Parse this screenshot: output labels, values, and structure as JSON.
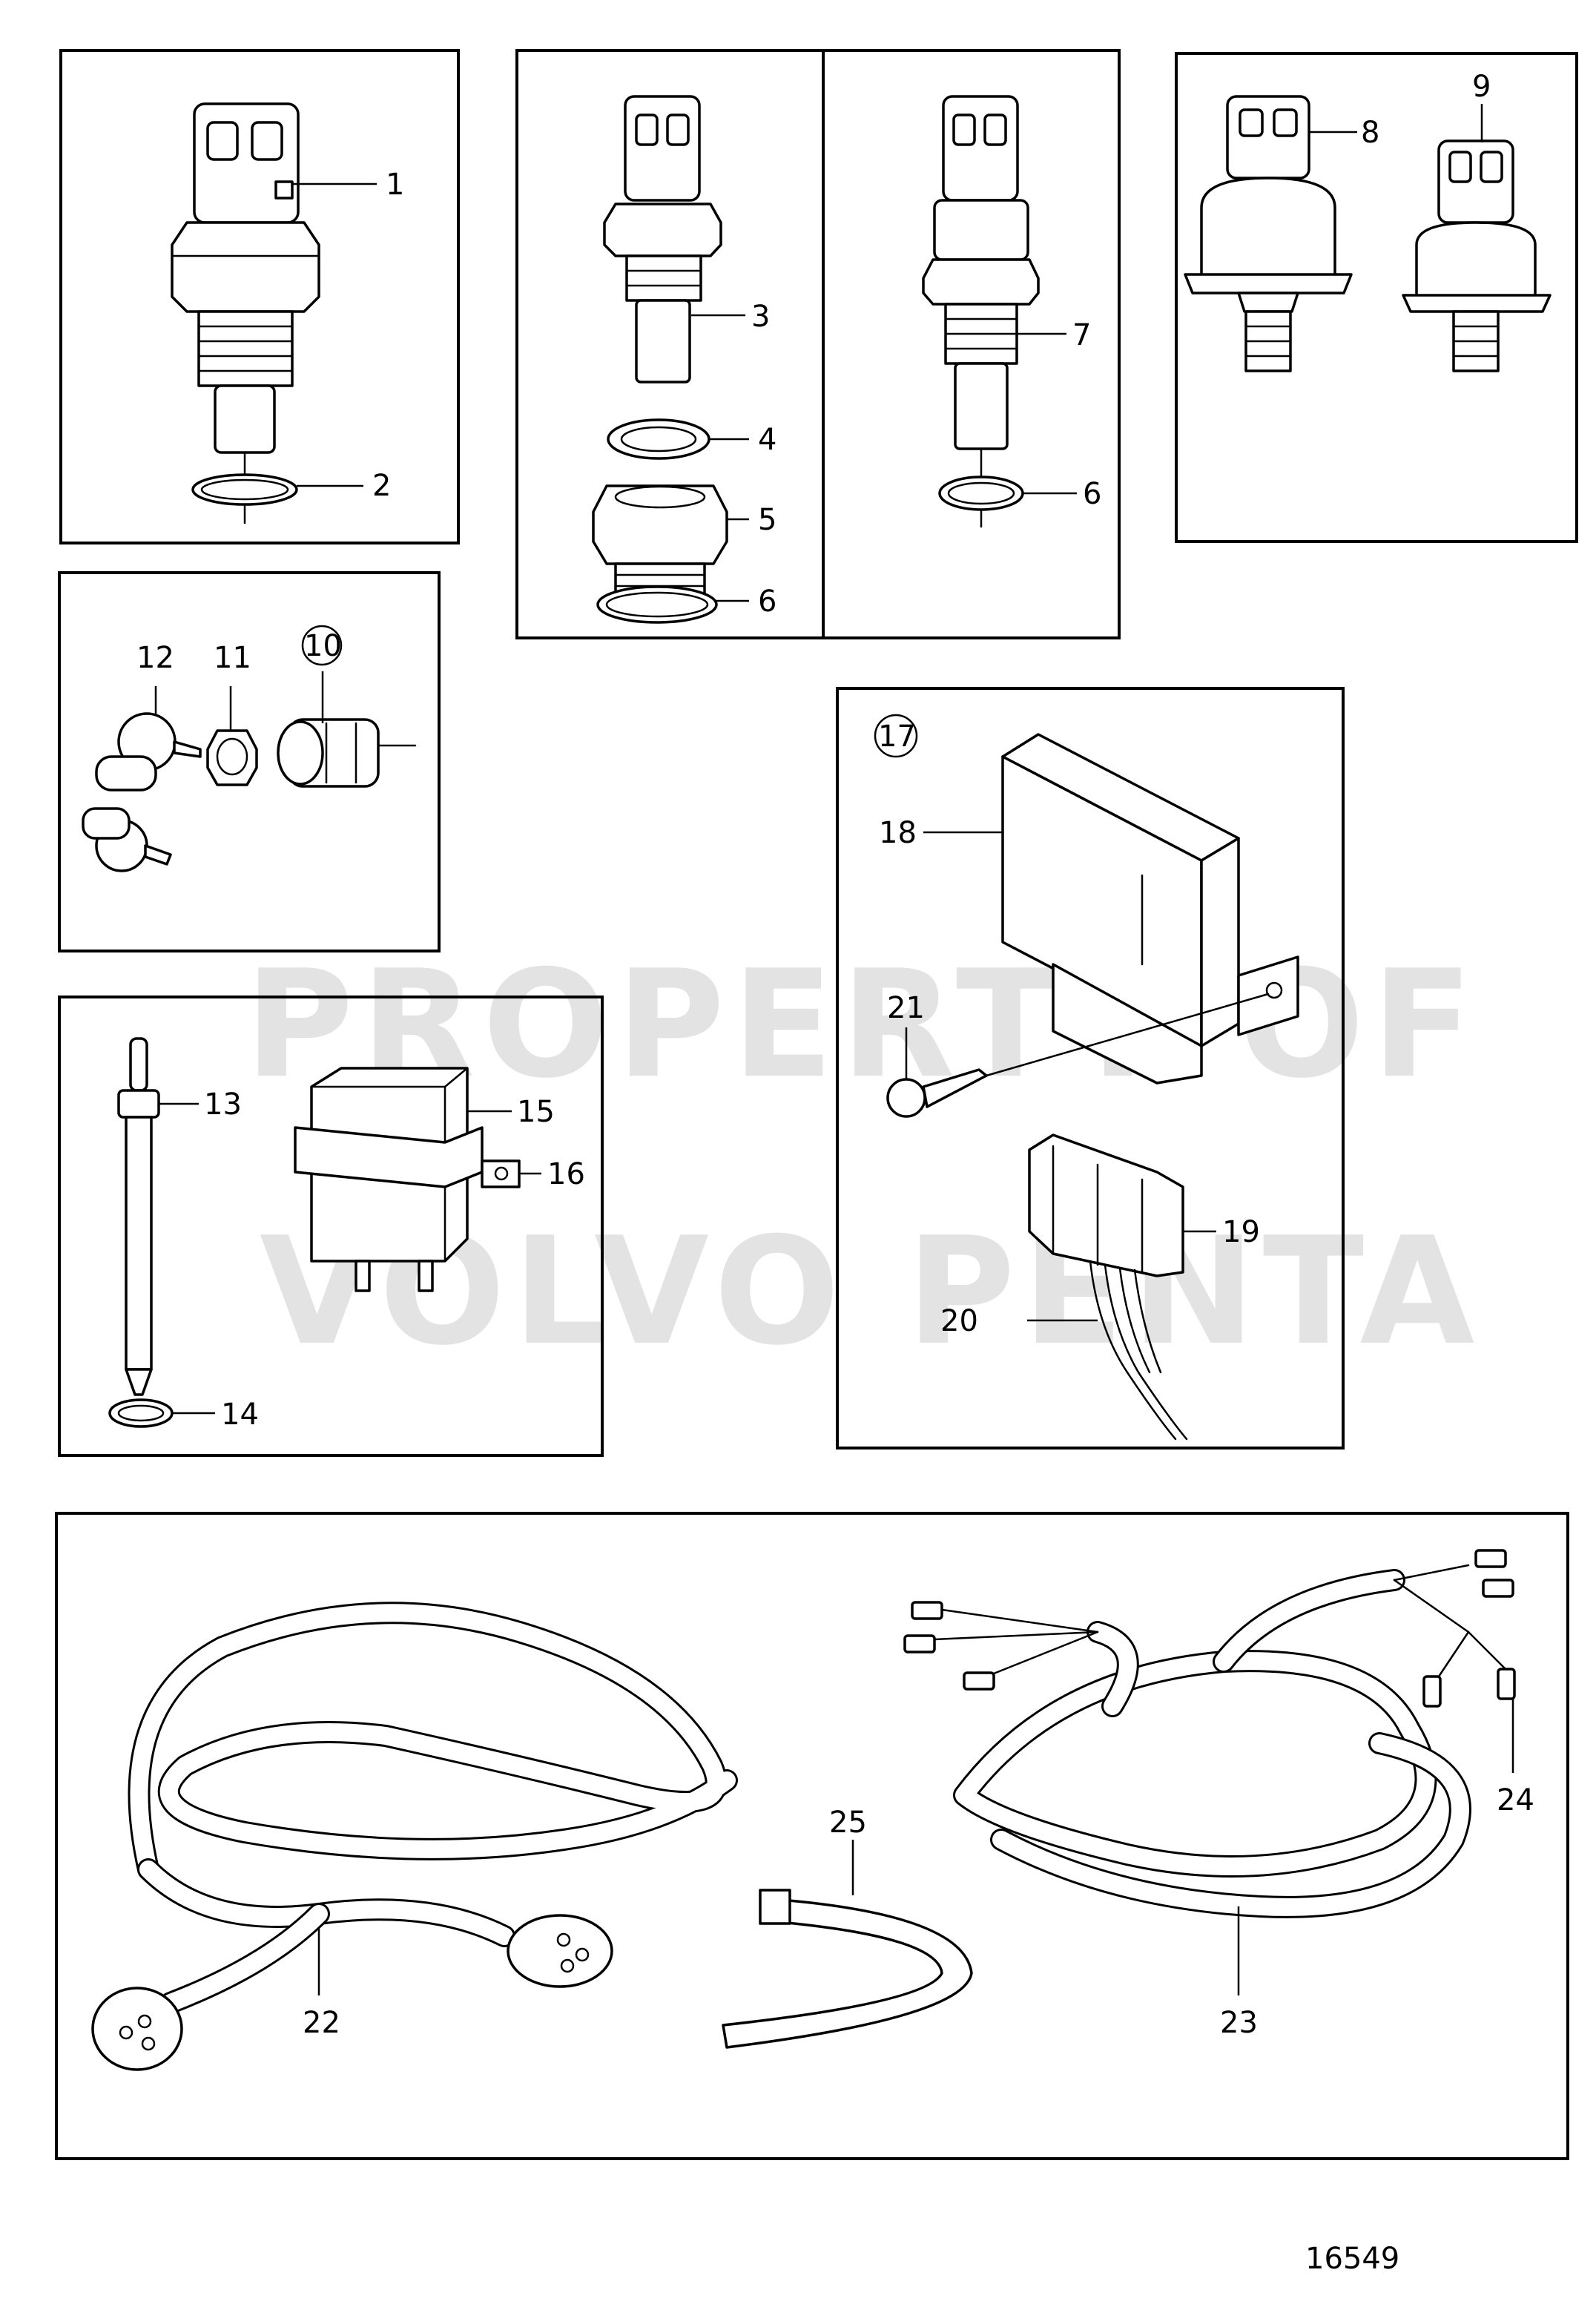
{
  "watermark": {
    "line1": "PROPERTY OF",
    "line2": "VOLVO PENTA"
  },
  "drawing_number": "16549",
  "callouts": {
    "c1": "1",
    "c2": "2",
    "c3": "3",
    "c4": "4",
    "c5": "5",
    "c6a": "6",
    "c6b": "6",
    "c7": "7",
    "c8": "8",
    "c9": "9",
    "c10": "10",
    "c11": "11",
    "c12": "12",
    "c13": "13",
    "c14": "14",
    "c15": "15",
    "c16": "16",
    "c17": "17",
    "c18": "18",
    "c19": "19",
    "c20": "20",
    "c21": "21",
    "c22": "22",
    "c23": "23",
    "c24": "24",
    "c25": "25"
  }
}
